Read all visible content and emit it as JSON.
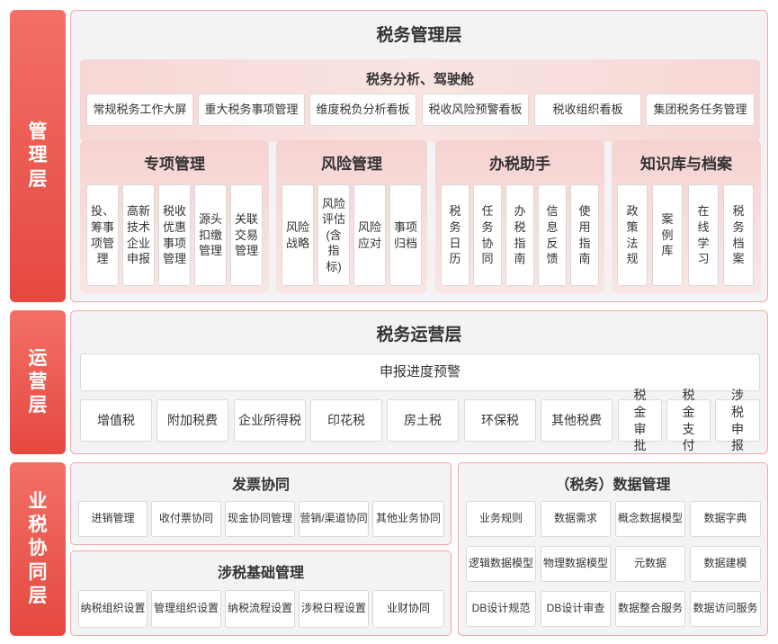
{
  "side_labels": {
    "management": "管理层",
    "operations": "运营层",
    "collaboration": "业税协同层"
  },
  "management": {
    "title": "税务管理层",
    "cockpit": {
      "title": "税务分析、驾驶舱",
      "items": [
        "常规税务工作大屏",
        "重大税务事项管理",
        "维度税负分析看板",
        "税收风险预警看板",
        "税收组织看板",
        "集团税务任务管理"
      ]
    },
    "special": {
      "title": "专项管理",
      "items": [
        "投、筹事项管理",
        "高新技术企业申报",
        "税收优惠事项管理",
        "源头扣缴管理",
        "关联交易管理"
      ]
    },
    "risk": {
      "title": "风险管理",
      "items": [
        "风险战略",
        "风险评估(含指标)",
        "风险应对",
        "事项归档"
      ]
    },
    "assistant": {
      "title": "办税助手",
      "items": [
        "税务日历",
        "任务协同",
        "办税指南",
        "信息反馈",
        "使用指南"
      ]
    },
    "knowledge": {
      "title": "知识库与档案",
      "items": [
        "政策法规",
        "案例库",
        "在线学习",
        "税务档案"
      ]
    }
  },
  "operations": {
    "title": "税务运营层",
    "progress": "申报进度预警",
    "taxes": [
      "增值税",
      "附加税费",
      "企业所得税",
      "印花税",
      "房土税",
      "环保税",
      "其他税费"
    ],
    "small_items": [
      "税金审批",
      "税金支付",
      "涉税申报"
    ]
  },
  "collab": {
    "invoice": {
      "title": "发票协同",
      "items": [
        "进销管理",
        "收付票协同",
        "现金协同管理",
        "营销/渠道协同",
        "其他业务协同"
      ]
    },
    "basic": {
      "title": "涉税基础管理",
      "items": [
        "纳税组织设置",
        "管理组织设置",
        "纳税流程设置",
        "涉税日程设置",
        "业财协同"
      ]
    },
    "data": {
      "title": "（税务）数据管理",
      "rows": [
        [
          "业务规则",
          "数据需求",
          "概念数据模型",
          "数据字典"
        ],
        [
          "逻辑数据模型",
          "物理数据模型",
          "元数据",
          "数据建模"
        ],
        [
          "DB设计规范",
          "DB设计审查",
          "数据整合服务",
          "数据访问服务"
        ]
      ]
    }
  }
}
